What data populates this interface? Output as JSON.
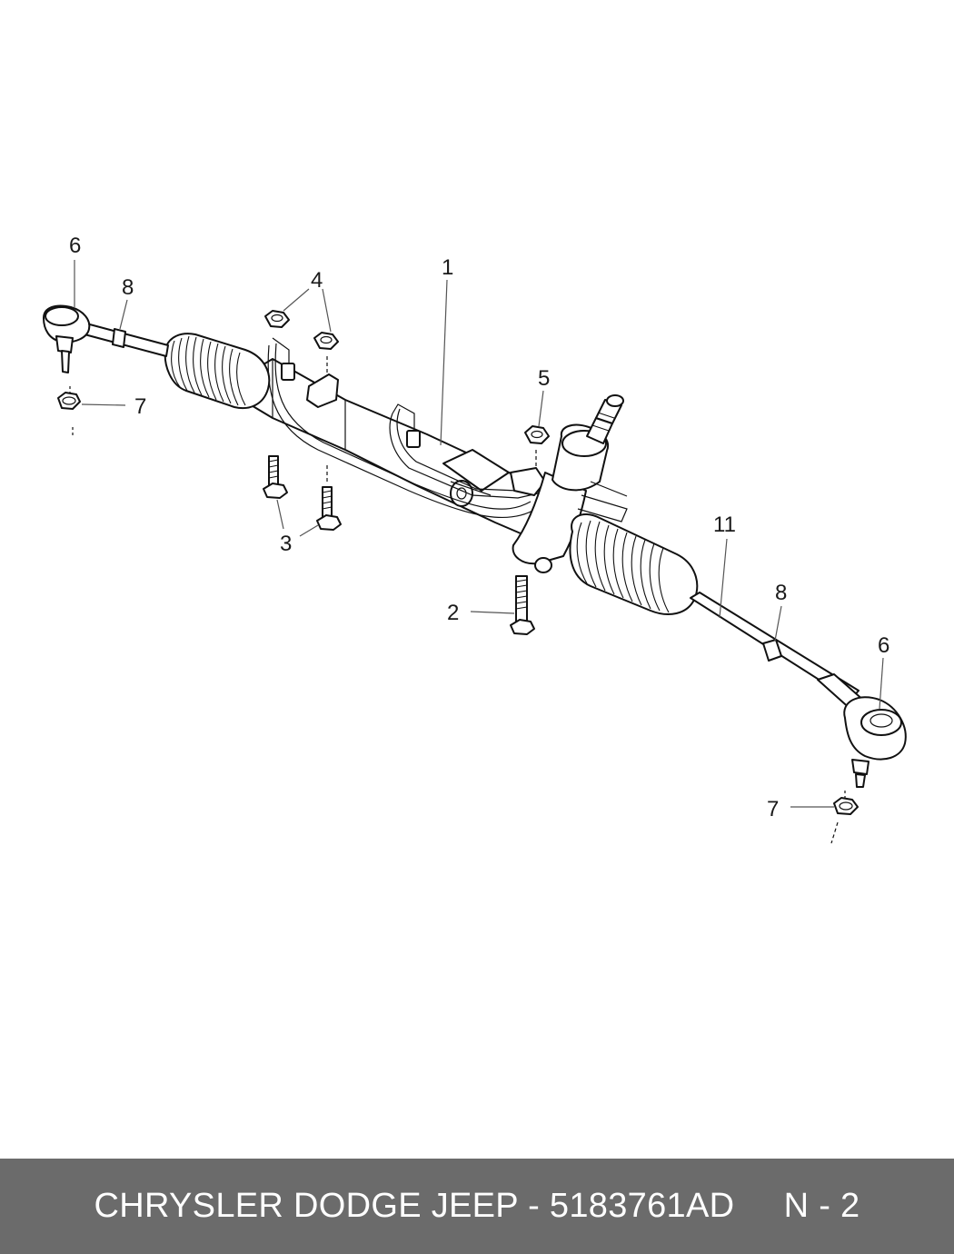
{
  "footer": {
    "label": "CHRYSLER DODGE JEEP - 5183761AD     N - 2"
  },
  "colors": {
    "footer_bg": "#6b6b6b",
    "footer_text": "#ffffff",
    "line": "#111111"
  },
  "callouts": {
    "c1": "1",
    "c2": "2",
    "c3": "3",
    "c4": "4",
    "c5": "5",
    "c6_left": "6",
    "c6_right": "6",
    "c7_left": "7",
    "c7_right": "7",
    "c8_left": "8",
    "c8_right": "8",
    "c11": "11"
  }
}
